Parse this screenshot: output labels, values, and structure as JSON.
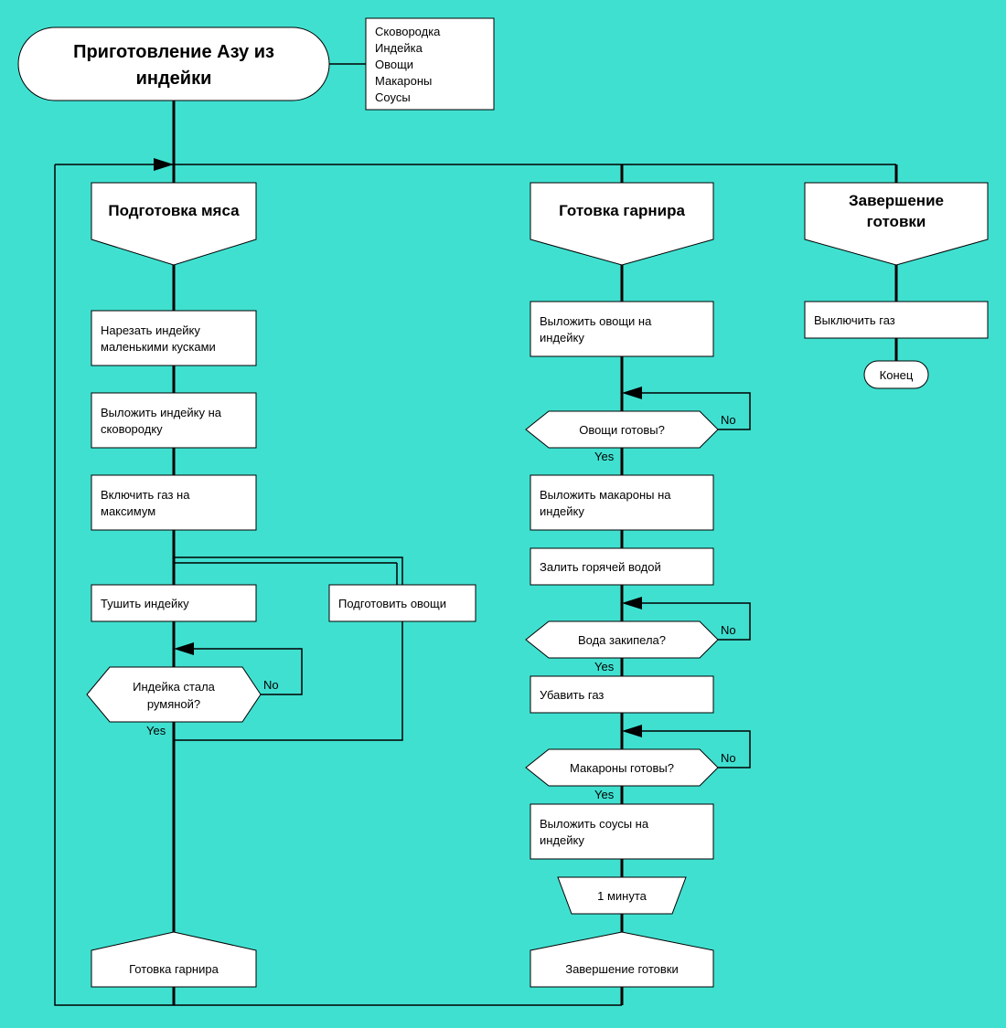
{
  "diagram": {
    "title": [
      "Приготовление Азу из",
      "индейки"
    ],
    "ingredients": [
      "Сковородка",
      "Индейка",
      "Овощи",
      "Макароны",
      "Соусы"
    ],
    "yes_label": "Yes",
    "no_label": "No",
    "columns": {
      "meat": {
        "header": "Подготовка мяса",
        "steps": [
          [
            "Нарезать индейку",
            "маленькими кусками"
          ],
          [
            "Выложить индейку на",
            "сковородку"
          ],
          [
            "Включить газ на",
            "максимум"
          ]
        ],
        "parallel_a": "Тушить индейку",
        "parallel_b": "Подготовить овощи",
        "question": [
          "Индейка стала",
          "румяной?"
        ],
        "terminal": "Готовка гарнира"
      },
      "garnish": {
        "header": "Готовка гарнира",
        "step1": [
          "Выложить овощи на",
          "индейку"
        ],
        "question1": "Овощи готовы?",
        "step2": [
          "Выложить макароны на",
          "индейку"
        ],
        "step3": "Залить горячей водой",
        "question2": "Вода закипела?",
        "step4": "Убавить газ",
        "question3": "Макароны готовы?",
        "step5": [
          "Выложить соусы на",
          "индейку"
        ],
        "delay": "1 минута",
        "terminal": "Завершение готовки"
      },
      "finish": {
        "header": [
          "Завершение",
          "готовки"
        ],
        "step1": "Выключить газ",
        "end": "Конец"
      }
    }
  }
}
